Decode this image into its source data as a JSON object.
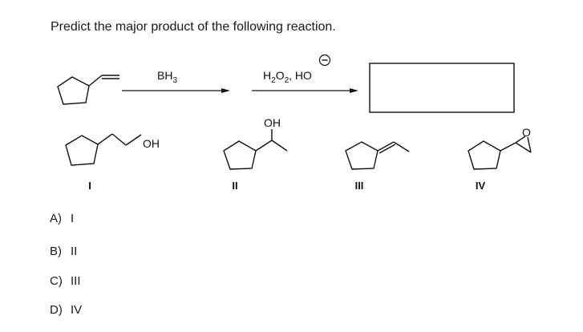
{
  "question": "Predict the major product of the following reaction.",
  "reagent1": {
    "main": "BH",
    "sub": "3"
  },
  "reagent2": {
    "h": "H",
    "sub1": "2",
    "o": "O",
    "sub2": "2",
    "rest": ", HO",
    "charge": "−"
  },
  "structure_labels": {
    "oh_I": "OH",
    "oh_II": "OH",
    "oxygen_IV": "O"
  },
  "numerals": [
    "I",
    "II",
    "III",
    "IV"
  ],
  "options": [
    {
      "letter": "A)",
      "value": "I"
    },
    {
      "letter": "B)",
      "value": "II"
    },
    {
      "letter": "C)",
      "value": "III"
    },
    {
      "letter": "D)",
      "value": "IV"
    }
  ]
}
